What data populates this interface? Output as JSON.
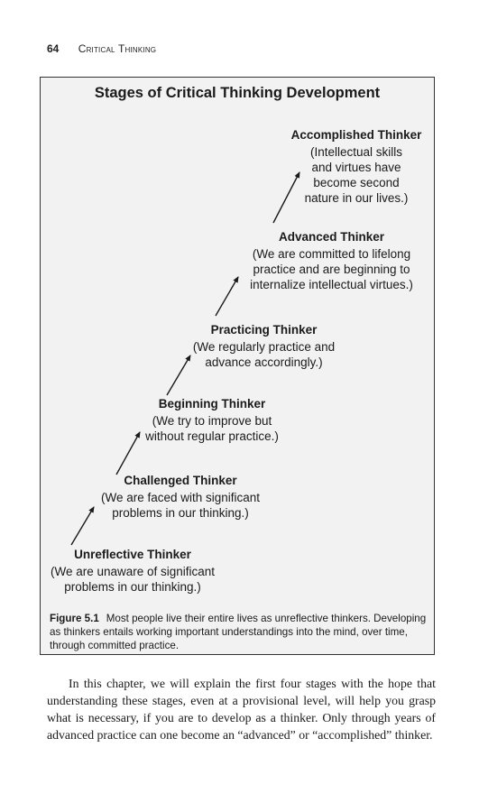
{
  "header": {
    "page_number": "64",
    "running_title": "Critical Thinking"
  },
  "figure": {
    "title": "Stages of Critical Thinking Development",
    "stages": [
      {
        "name": "Unreflective Thinker",
        "description": "(We are unaware of significant\nproblems in our thinking.)"
      },
      {
        "name": "Challenged Thinker",
        "description": "(We are faced with significant\nproblems in our thinking.)"
      },
      {
        "name": "Beginning Thinker",
        "description": "(We try to improve but\nwithout regular practice.)"
      },
      {
        "name": "Practicing Thinker",
        "description": "(We regularly practice and\nadvance accordingly.)"
      },
      {
        "name": "Advanced Thinker",
        "description": "(We are committed to lifelong\npractice and are beginning to\ninternalize intellectual virtues.)"
      },
      {
        "name": "Accomplished Thinker",
        "description": "(Intellectual skills\nand virtues have\nbecome second\nnature in our lives.)"
      }
    ],
    "caption_label": "Figure 5.1",
    "caption_text": "Most people live their entire lives as unreflective thinkers. Developing as thinkers entails working important understandings into the mind, over time, through committed practice."
  },
  "body_paragraph": "In this chapter, we will explain the first four stages with the hope that understanding these stages, even at a provisional level, will help you grasp what is necessary, if you are to develop as a thinker. Only through years of advanced practice can one become an “advanced” or “accomplished” thinker."
}
